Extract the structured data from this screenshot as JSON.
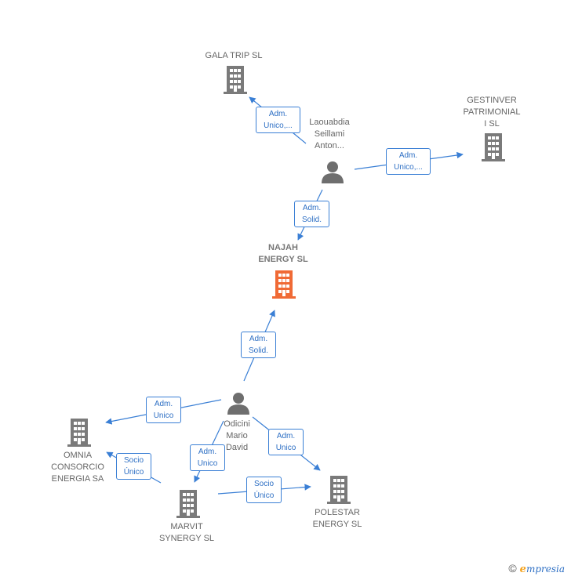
{
  "nodes": {
    "gala_trip": "GALA TRIP  SL",
    "gestinver": "GESTINVER\nPATRIMONIAL\nI  SL",
    "laouabdia": "Laouabdia\nSeillami\nAnton...",
    "najah": "NAJAH\nENERGY  SL",
    "odicini": "Odicini\nMario\nDavid",
    "omnia": "OMNIA\nCONSORCIO\nENERGIA SA",
    "marvit": "MARVIT\nSYNERGY  SL",
    "polestar": "POLESTAR\nENERGY  SL"
  },
  "edges": {
    "laouabdia_gala": "Adm.\nUnico,...",
    "laouabdia_gestinver": "Adm.\nUnico,...",
    "laouabdia_najah": "Adm.\nSolid.",
    "odicini_najah": "Adm.\nSolid.",
    "odicini_omnia": "Adm.\nUnico",
    "odicini_marvit": "Adm.\nUnico",
    "odicini_polestar": "Adm.\nUnico",
    "marvit_omnia": "Socio\nÚnico",
    "marvit_polestar": "Socio\nÚnico"
  },
  "colors": {
    "company": "#7a7a7a",
    "focus": "#f06a35",
    "edge": "#3a7fd5",
    "person": "#6e6e6e"
  },
  "footer": {
    "copyright": "©",
    "brand_e": "e",
    "brand_rest": "mpresia"
  }
}
